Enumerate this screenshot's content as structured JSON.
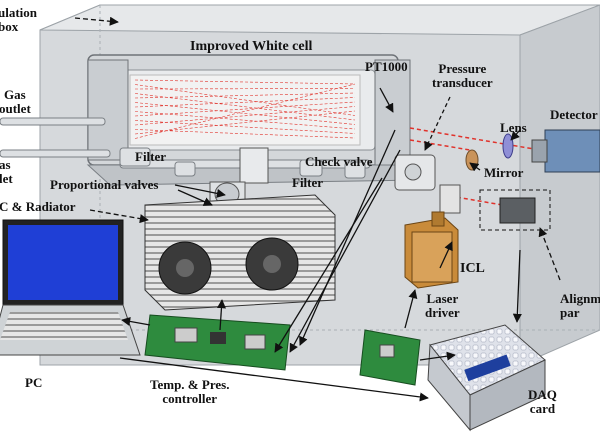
{
  "labels": {
    "insulation_box": "ulation\nbox",
    "white_cell": "Improved White cell",
    "pt1000": "PT1000",
    "pressure": "Pressure\ntransducer",
    "detector": "Detector",
    "lens": "Lens",
    "mirror": "Mirror",
    "gas_outlet": "Gas\noutlet",
    "gas_inlet": "as\nlet",
    "filter_left": "Filter",
    "check_valve": "Check valve",
    "filter_right": "Filter",
    "prop_valves": "Proportional valves",
    "tec_radiator": "C & Radiator",
    "icl": "ICL",
    "laser_driver": "Laser\ndriver",
    "alignment": "Alignm\npar",
    "pc": "PC",
    "controller": "Temp. & Pres.\ncontroller",
    "daq": "DAQ\ncard"
  },
  "colors": {
    "box": "#cfd3d6",
    "laser": "#e0322b",
    "pc_screen": "#1f3fd6",
    "board": "#2e8b3e",
    "icl": "#c98b3a",
    "lens": "#8f8fd6"
  }
}
